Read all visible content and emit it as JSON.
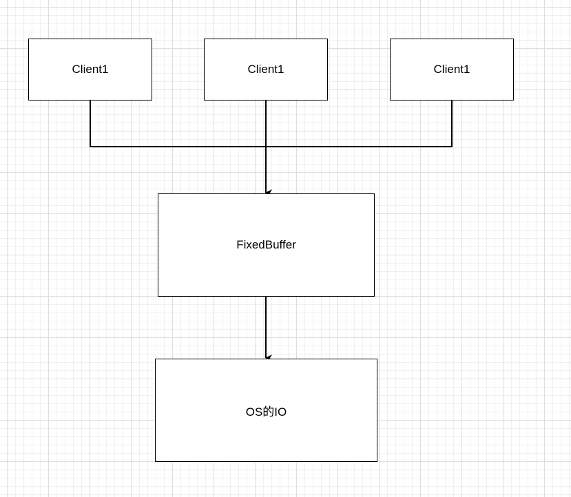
{
  "nodes": {
    "client_a": {
      "label": "Client1"
    },
    "client_b": {
      "label": "Client1"
    },
    "client_c": {
      "label": "Client1"
    },
    "buffer": {
      "label": "FixedBuffer"
    },
    "os_io": {
      "label": "OS的IO"
    }
  },
  "colors": {
    "stroke": "#000000",
    "background": "#ffffff",
    "grid_major": "#dedede",
    "grid_minor": "#f0f0f0"
  }
}
